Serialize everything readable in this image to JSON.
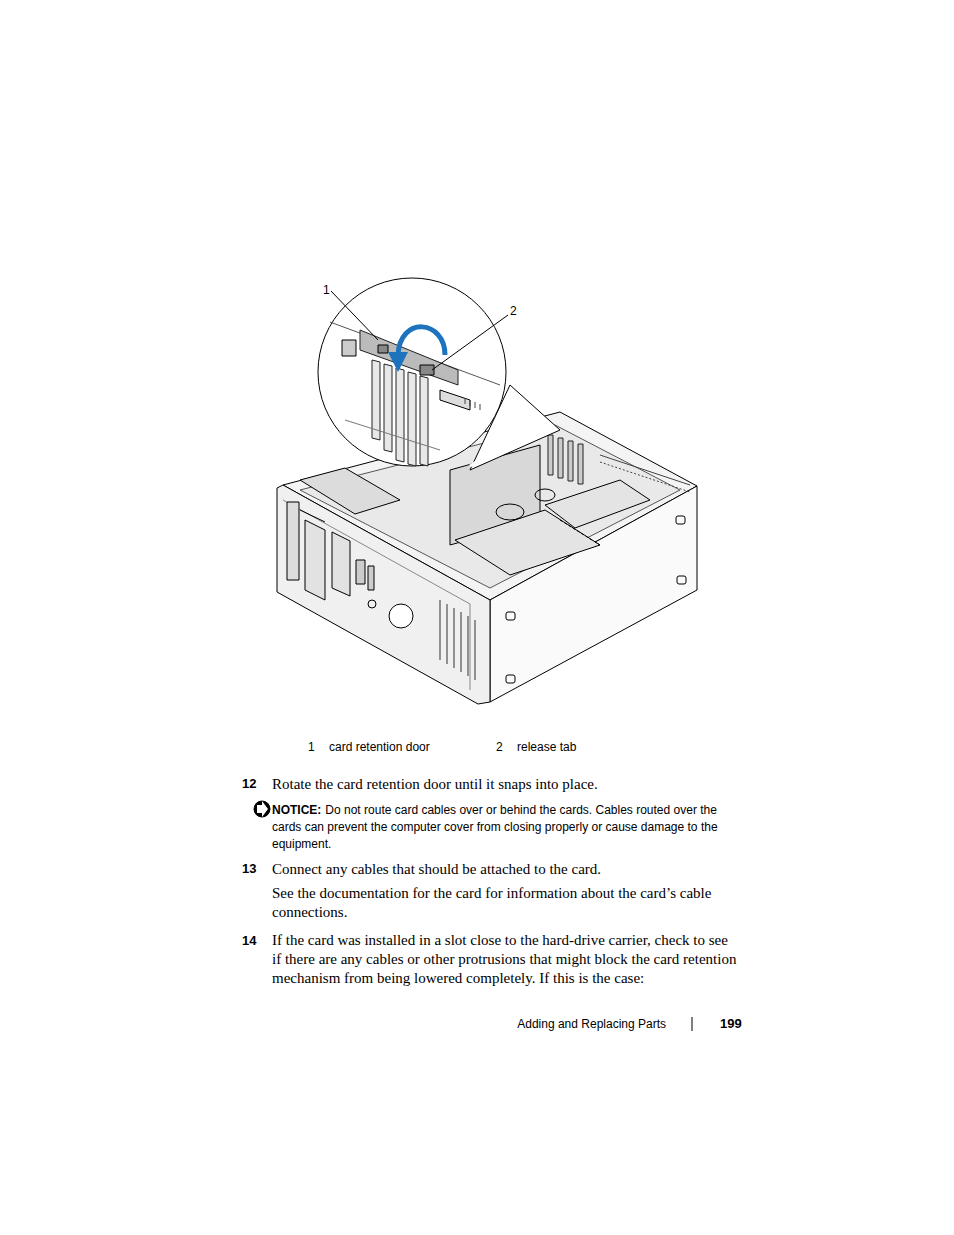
{
  "diagram": {
    "labels": [
      "1",
      "2",
      "1",
      "card retention door",
      "2",
      "release tab",
      "12",
      "Rotate the card retention door until it snaps into place.",
      "NOTICE:",
      "Do not route card cables over or behind the cards. Cables routed over the cards can prevent the computer cover from closing properly or cause damage to the equipment.",
      "13",
      "Connect any cables that should be attached to the card.",
      "See the documentation for the card for information about the card’s cable connections.",
      "14",
      "If the card was installed in a slot close to the hard-drive carrier, check to see if there are any cables or other protrusions that might block the card retention mechanism from being lowered completely. If this is the case:",
      "Adding and Replacing Parts",
      "199"
    ]
  }
}
